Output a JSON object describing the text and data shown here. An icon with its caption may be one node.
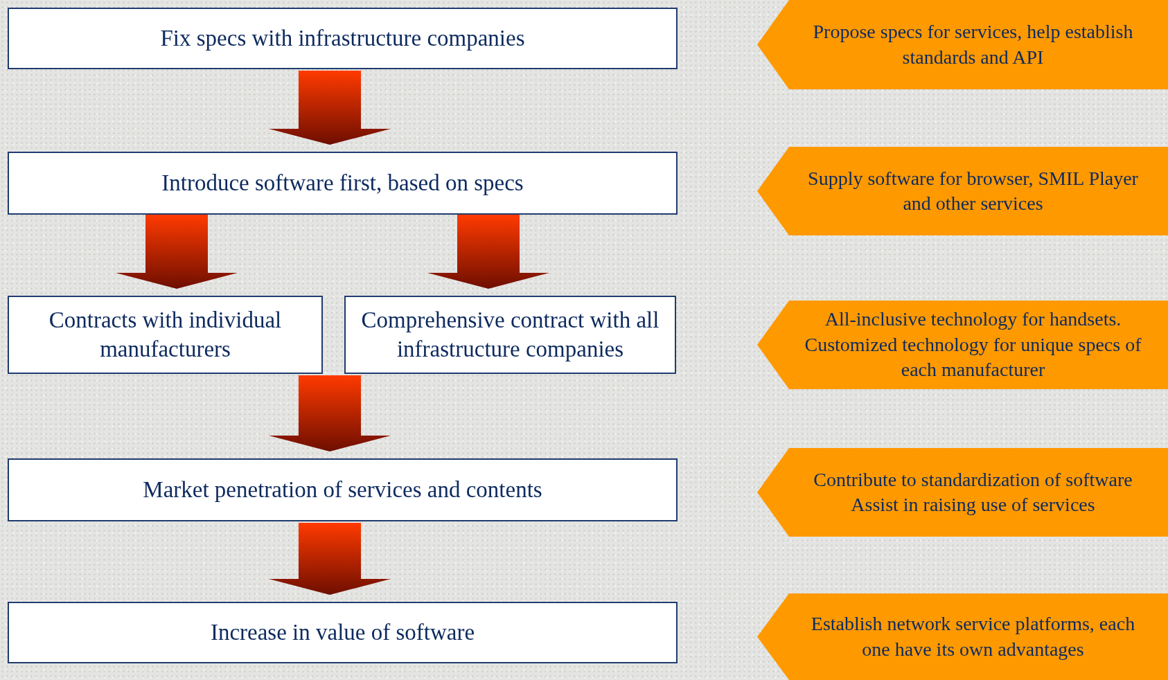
{
  "diagram": {
    "nodes": [
      {
        "text": [
          "Fix specs with infrastructure companies"
        ]
      },
      {
        "text": [
          "Introduce software first, based on specs"
        ]
      },
      {
        "text": [
          "Contracts with individual manufacturers"
        ]
      },
      {
        "text": [
          "Comprehensive contract with all infrastructure companies"
        ]
      },
      {
        "text": [
          "Market penetration of services and contents"
        ]
      },
      {
        "text": [
          "Increase in value of software"
        ]
      },
      {
        "text": [
          "Propose specs for services, help establish standards and API"
        ]
      },
      {
        "text": [
          "Supply software for browser, SMIL Player and other services"
        ]
      },
      {
        "text": [
          "All-inclusive technology for handsets. Customized technology for unique specs of each manufacturer"
        ]
      },
      {
        "text": [
          "Contribute to standardization of software Assist in raising use of services"
        ]
      },
      {
        "text": [
          "Establish network service platforms, each one have its own advantages"
        ]
      }
    ],
    "edges": [
      {
        "from": 0,
        "to": 1,
        "arrow": "to",
        "style": "thick"
      },
      {
        "from": 1,
        "to": 2,
        "arrow": "to",
        "style": "thick"
      },
      {
        "from": 1,
        "to": 3,
        "arrow": "to",
        "style": "thick"
      },
      {
        "from": 2,
        "to": 4,
        "arrow": "to",
        "style": "thick"
      },
      {
        "from": 3,
        "to": 4,
        "arrow": "to",
        "style": "thick"
      },
      {
        "from": 4,
        "to": 5,
        "arrow": "to",
        "style": "thick"
      }
    ]
  }
}
